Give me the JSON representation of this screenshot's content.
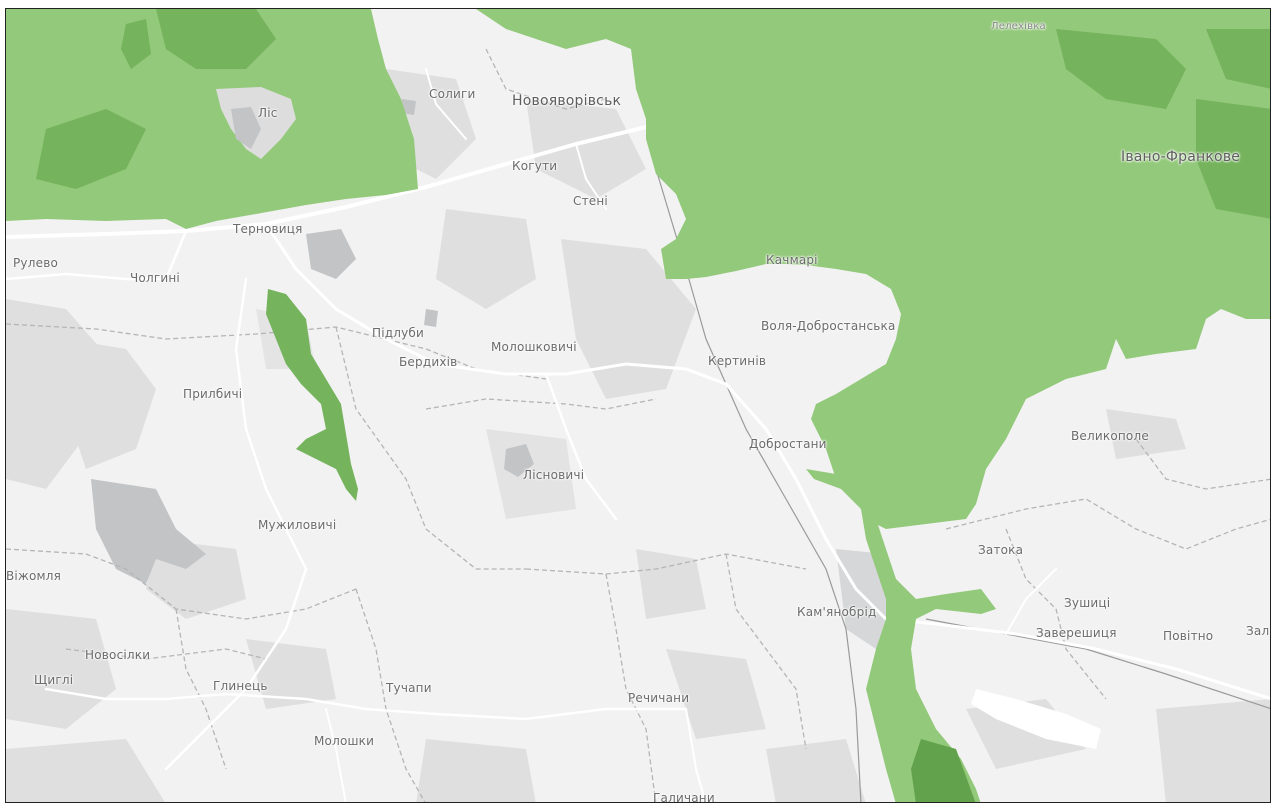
{
  "map": {
    "colors": {
      "background": "#f2f2f2",
      "landuse": "#dddddd",
      "urban": "#c2c4c6",
      "forest": "#93c97a",
      "forest_dark": "#75b35d",
      "forest_darker": "#62a24c",
      "road": "#ffffff",
      "boundary": "#b5b5b5",
      "railway": "#9a9a9a"
    },
    "places": [
      {
        "id": "lelekhivka",
        "label": "Лелехівка",
        "cls": "small"
      },
      {
        "id": "lis",
        "label": "Ліс"
      },
      {
        "id": "solygy",
        "label": "Солиги"
      },
      {
        "id": "novoiavorivsk",
        "label": "Новояворівськ",
        "cls": "town"
      },
      {
        "id": "ivano-frankove",
        "label": "Івано-Франкове",
        "cls": "town"
      },
      {
        "id": "kohuty",
        "label": "Когути"
      },
      {
        "id": "steni",
        "label": "Стені"
      },
      {
        "id": "ternovytsia",
        "label": "Терновиця"
      },
      {
        "id": "rulevo",
        "label": "Рулево"
      },
      {
        "id": "cholhyni",
        "label": "Чолгині"
      },
      {
        "id": "kachmari",
        "label": "Качмарі"
      },
      {
        "id": "volia-dobrostanska",
        "label": "Воля-Добростанська"
      },
      {
        "id": "pidluby",
        "label": "Підлуби"
      },
      {
        "id": "berdykhiv",
        "label": "Бердихів"
      },
      {
        "id": "moloshkovychi",
        "label": "Молошковичі"
      },
      {
        "id": "kertyniv",
        "label": "Кертинів"
      },
      {
        "id": "prylbychi",
        "label": "Прилбичі"
      },
      {
        "id": "velykopole",
        "label": "Великополе"
      },
      {
        "id": "dobrostany",
        "label": "Добростани"
      },
      {
        "id": "lisnovychi",
        "label": "Лісновичі"
      },
      {
        "id": "muzhylovychi",
        "label": "Мужиловичі"
      },
      {
        "id": "zatoka",
        "label": "Затока"
      },
      {
        "id": "vizhomlia",
        "label": "Віжомля"
      },
      {
        "id": "kamianobrid",
        "label": "Кам'янобрід"
      },
      {
        "id": "zushytsi",
        "label": "Зушиці"
      },
      {
        "id": "zavereshytsia",
        "label": "Заверешиця"
      },
      {
        "id": "povitno",
        "label": "Повітно"
      },
      {
        "id": "zalu",
        "label": "Залу"
      },
      {
        "id": "novosilky",
        "label": "Новосілки"
      },
      {
        "id": "shchyhli",
        "label": "Щиглі"
      },
      {
        "id": "hlynets",
        "label": "Глинець"
      },
      {
        "id": "tuchapy",
        "label": "Тучапи"
      },
      {
        "id": "rechychany",
        "label": "Речичани"
      },
      {
        "id": "moloshky",
        "label": "Молошки"
      },
      {
        "id": "halychany",
        "label": "Галичани"
      }
    ]
  }
}
